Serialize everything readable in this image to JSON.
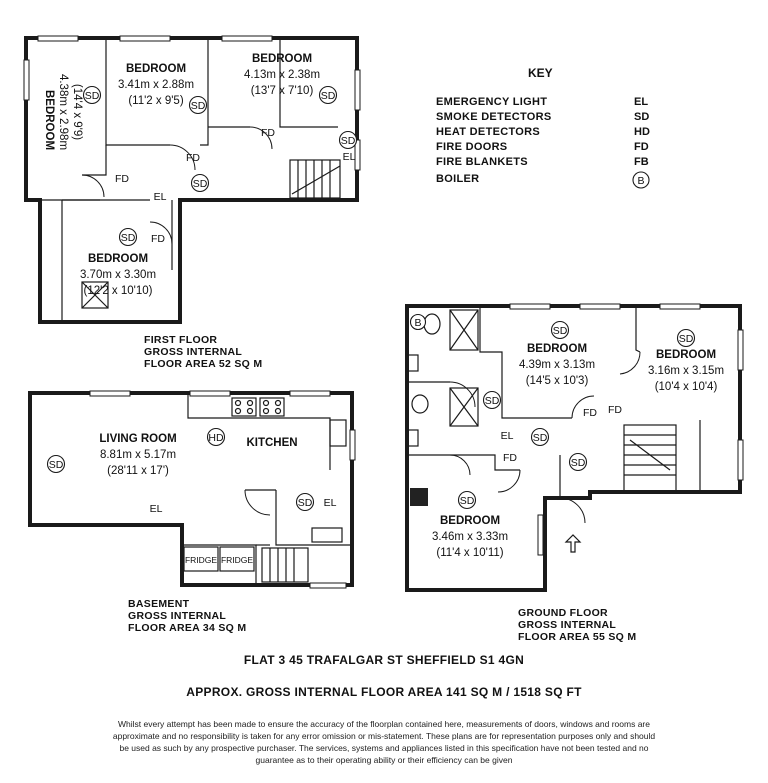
{
  "key": {
    "title": "KEY",
    "items": [
      {
        "label": "EMERGENCY LIGHT",
        "code": "EL"
      },
      {
        "label": "SMOKE DETECTORS",
        "code": "SD"
      },
      {
        "label": "HEAT DETECTORS",
        "code": "HD"
      },
      {
        "label": "FIRE DOORS",
        "code": "FD"
      },
      {
        "label": "FIRE BLANKETS",
        "code": "FB"
      },
      {
        "label": "BOILER",
        "code": "B"
      }
    ]
  },
  "first_floor": {
    "caption": [
      "FIRST FLOOR",
      "GROSS INTERNAL",
      "FLOOR AREA 52 SQ M"
    ],
    "rooms": {
      "bed_left": {
        "name": "BEDROOM",
        "metric": "4.38m x 2.98m",
        "imperial": "(14'4 x 9'9)"
      },
      "bed_mid": {
        "name": "BEDROOM",
        "metric": "3.41m x 2.88m",
        "imperial": "(11'2 x 9'5)"
      },
      "bed_right": {
        "name": "BEDROOM",
        "metric": "4.13m x 2.38m",
        "imperial": "(13'7 x 7'10)"
      },
      "bed_bottom": {
        "name": "BEDROOM",
        "metric": "3.70m x 3.30m",
        "imperial": "(12'2 x 10'10)"
      }
    }
  },
  "basement": {
    "caption": [
      "BASEMENT",
      "GROSS INTERNAL",
      "FLOOR AREA 34 SQ M"
    ],
    "living": {
      "name": "LIVING ROOM",
      "metric": "8.81m x 5.17m",
      "imperial": "(28'11 x 17')"
    },
    "kitchen": "KITCHEN",
    "fridge": "FRIDGE"
  },
  "ground_floor": {
    "caption": [
      "GROUND FLOOR",
      "GROSS INTERNAL",
      "FLOOR AREA 55 SQ M"
    ],
    "rooms": {
      "bed_a": {
        "name": "BEDROOM",
        "metric": "4.39m x 3.13m",
        "imperial": "(14'5 x 10'3)"
      },
      "bed_b": {
        "name": "BEDROOM",
        "metric": "3.16m x 3.15m",
        "imperial": "(10'4 x 10'4)"
      },
      "bed_c": {
        "name": "BEDROOM",
        "metric": "3.46m x 3.33m",
        "imperial": "(11'4 x 10'11)"
      }
    }
  },
  "tags": {
    "sd": "SD",
    "fd": "FD",
    "el": "EL",
    "hd": "HD",
    "b": "B"
  },
  "address": "FLAT 3 45 TRAFALGAR ST SHEFFIELD S1 4GN",
  "total_area": "APPROX. GROSS INTERNAL FLOOR AREA 141 SQ M / 1518 SQ FT",
  "disclaimer": "Whilst every attempt has been made to ensure the accuracy of the floorplan contained here, measurements of doors, windows and rooms are approximate and no responsibility is taken for any error omission or mis-statement. These plans are for representation purposes only and should be used as such by any prospective purchaser. The services, systems and appliances listed in this specification have not been tested and no guarantee as to their operating ability or their efficiency can be given"
}
